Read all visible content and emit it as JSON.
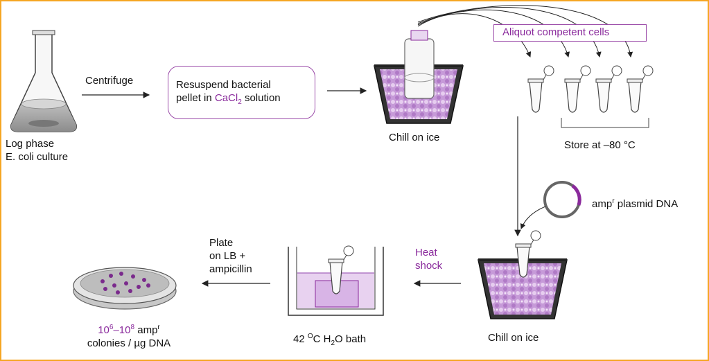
{
  "labels": {
    "flask_line1": "Log phase",
    "flask_line2": "E. coli culture",
    "centrifuge": "Centrifuge",
    "resuspend_line1": "Resuspend bacterial",
    "resuspend_line2_pre": "pellet in ",
    "cacl2_base": "CaCl",
    "cacl2_sub": "2",
    "resuspend_line2_post": " solution",
    "chill_on_ice_1": "Chill on ice",
    "aliquot": "Aliquot competent cells",
    "store": "Store at –80 °C",
    "plasmid_pre": "amp",
    "plasmid_sup": "r",
    "plasmid_post": " plasmid DNA",
    "heat_shock_1": "Heat",
    "heat_shock_2": "shock",
    "chill_on_ice_2": "Chill on ice",
    "bath_pre": "42 ",
    "bath_deg": "O",
    "bath_mid": "C H",
    "bath_sub": "2",
    "bath_post": "O bath",
    "plate_line1": "Plate",
    "plate_line2": "on LB +",
    "plate_line3": "ampicillin",
    "colonies_a": "10",
    "colonies_sup1": "6",
    "colonies_b": "–10",
    "colonies_sup2": "8",
    "colonies_c": " amp",
    "colonies_sup3": "r",
    "colonies_line2": "colonies / µg DNA"
  },
  "colors": {
    "accent_purple": "#8a2a9c",
    "cell_purple": "#c69ad8",
    "frame_orange": "#f5a623"
  }
}
